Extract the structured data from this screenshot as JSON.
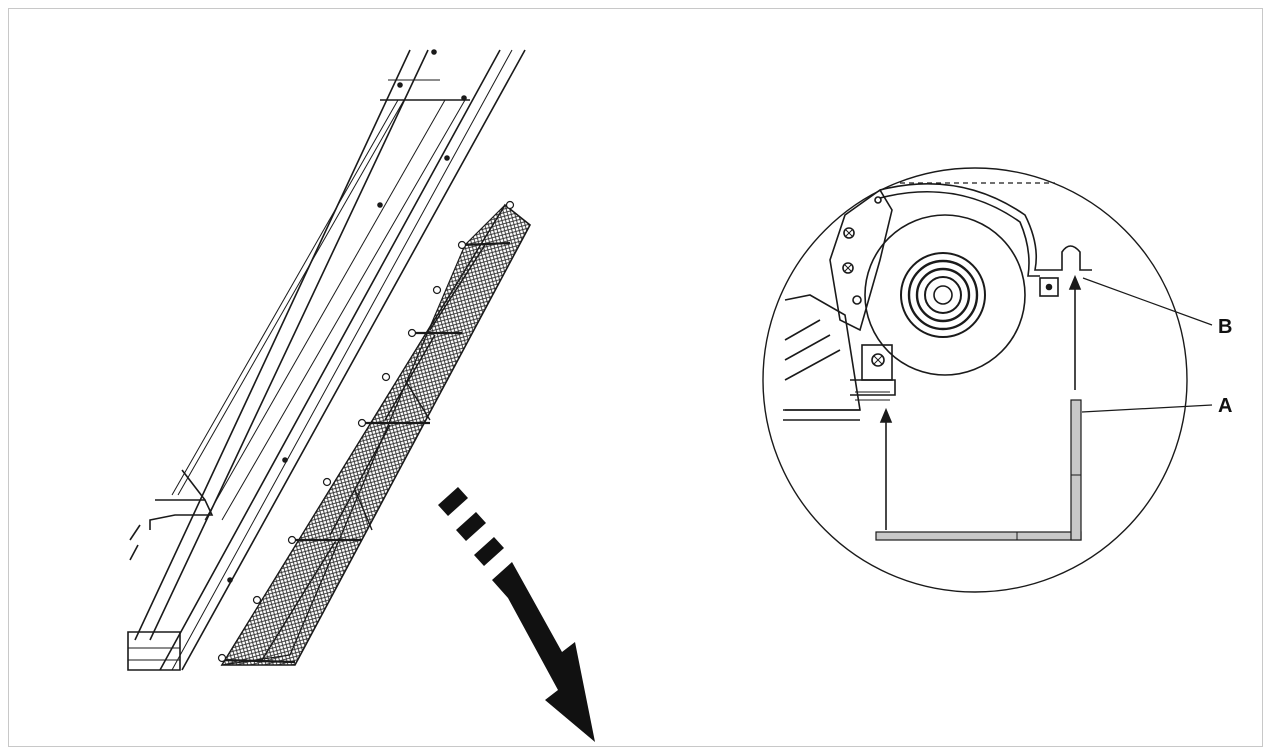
{
  "figure": {
    "left_panel": {
      "description_icon": "filter-removal-arrow-icon"
    },
    "right_panel": {
      "callouts": [
        {
          "id": "B",
          "label": "B"
        },
        {
          "id": "A",
          "label": "A"
        }
      ]
    },
    "colors": {
      "line": "#1a1a1a",
      "mesh": "#2a2a2a",
      "rod": "#c8c8c8",
      "frame_border": "#c8c8c8"
    }
  }
}
